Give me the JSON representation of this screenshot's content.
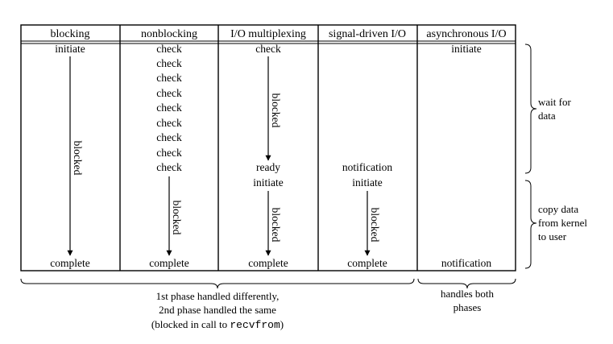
{
  "columns": [
    {
      "header": "blocking",
      "start": "initiate",
      "end": "complete",
      "checks": [],
      "mid": [],
      "arrows": [
        "blocked"
      ]
    },
    {
      "header": "nonblocking",
      "start": "check",
      "end": "complete",
      "checks": [
        "check",
        "check",
        "check",
        "check",
        "check",
        "check",
        "check",
        "check"
      ],
      "mid": [],
      "arrows": [
        "blocked"
      ]
    },
    {
      "header": "I/O multiplexing",
      "start": "check",
      "end": "complete",
      "checks": [],
      "mid": [
        "ready",
        "initiate"
      ],
      "arrows": [
        "blocked",
        "blocked"
      ]
    },
    {
      "header": "signal-driven I/O",
      "start": "",
      "end": "complete",
      "checks": [],
      "mid": [
        "notification",
        "initiate"
      ],
      "arrows": [
        "blocked"
      ]
    },
    {
      "header": "asynchronous I/O",
      "start": "initiate",
      "end": "notification",
      "checks": [],
      "mid": [],
      "arrows": []
    }
  ],
  "right_braces": [
    {
      "lines": [
        "wait for",
        "data"
      ]
    },
    {
      "lines": [
        "copy data",
        "from kernel",
        "to user"
      ]
    }
  ],
  "bottom_braces": [
    {
      "lines": [
        "1st phase handled differently,",
        "2nd phase handled the same"
      ],
      "line3_prefix": "(blocked in call to ",
      "line3_code": "recvfrom",
      "line3_suffix": ")"
    },
    {
      "lines": [
        "handles both",
        "phases"
      ]
    }
  ]
}
